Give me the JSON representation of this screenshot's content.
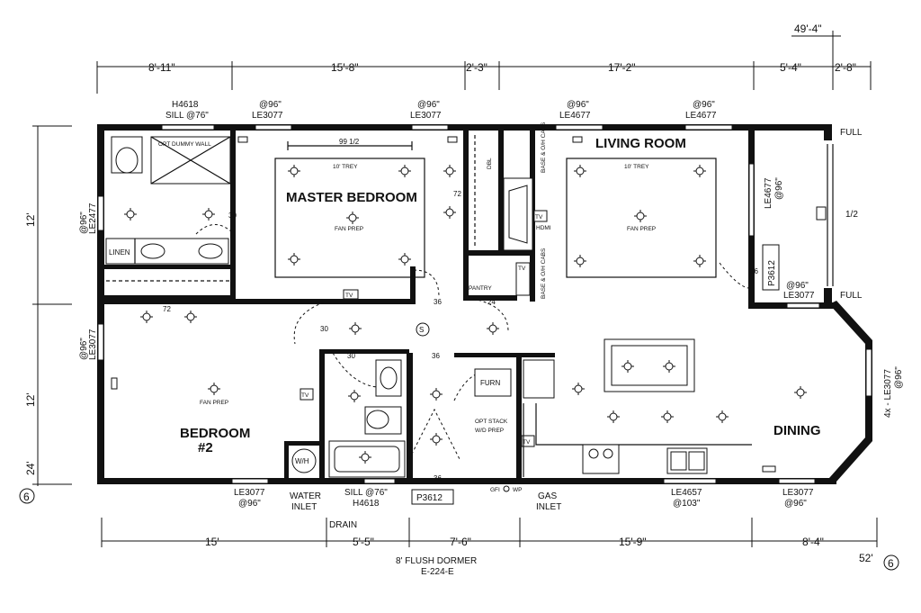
{
  "overall": {
    "length": "49'-4\"",
    "depth_marker": "52'",
    "section_label": "6"
  },
  "dims_top": [
    "8'-11\"",
    "15'-8\"",
    "2'-3\"",
    "17'-2\"",
    "5'-4\"",
    "2'-8\""
  ],
  "dims_bottom": [
    "15'",
    "5'-5\"",
    "7'-6\"",
    "15'-9\"",
    "8'-4\""
  ],
  "dims_left": [
    "12'",
    "12'",
    "24'"
  ],
  "rooms": {
    "master": "MASTER BEDROOM",
    "living": "LIVING ROOM",
    "bedroom2_line1": "BEDROOM",
    "bedroom2_line2": "#2",
    "dining": "DINING",
    "pantry": "PANTRY",
    "linen": "LINEN",
    "furn": "FURN",
    "wh": "W/H"
  },
  "windows_top": [
    {
      "line1": "H4618",
      "line2": "SILL @76\""
    },
    {
      "line1": "@96\"",
      "line2": "LE3077"
    },
    {
      "line1": "@96\"",
      "line2": "LE3077"
    },
    {
      "line1": "@96\"",
      "line2": "LE4677"
    },
    {
      "line1": "@96\"",
      "line2": "LE4677"
    }
  ],
  "windows_bottom": [
    {
      "line1": "LE3077",
      "line2": "@96\""
    },
    {
      "line1": "SILL @76\"",
      "line2": "H4618"
    },
    {
      "line1": "LE4657",
      "line2": "@103\""
    },
    {
      "line1": "LE3077",
      "line2": "@96\""
    }
  ],
  "windows_left": [
    {
      "line1": "@96\"",
      "line2": "LE2477"
    },
    {
      "line1": "@96\"",
      "line2": "LE3077"
    }
  ],
  "windows_right": {
    "living": {
      "line1": "LE4677",
      "line2": "@96\""
    },
    "bay": {
      "line1": "4x - LE3077",
      "line2": "@96\""
    },
    "dormer_lower": {
      "line1": "@96\"",
      "line2": "LE3077"
    }
  },
  "labels": {
    "opt_dummy_wall": "OPT DUMMY WALL",
    "trey1": "10' TREY",
    "trey2": "10' TREY",
    "fan1": "FAN PREP",
    "fan2": "FAN PREP",
    "fan3": "FAN PREP",
    "dim_99": "99 1/2",
    "dbl": "DBL",
    "base_cabs1": "BASE & O/H CABS",
    "base_cabs2": "BASE & O/H CABS",
    "tv": "TV",
    "hdmi": "HDMI",
    "n72a": "72",
    "n72b": "72",
    "n30a": "30",
    "n30b": "30",
    "n30c": "30",
    "n36a": "36",
    "n36b": "36",
    "n36c": "36",
    "n36d": "36",
    "n24": "24",
    "smoke": "S",
    "opt_stack_1": "OPT STACK",
    "opt_stack_2": "W/D PREP",
    "full1": "FULL",
    "full2": "FULL",
    "half": "1/2",
    "p3612a": "P3612",
    "p3612b": "P3612",
    "water_inlet_1": "WATER",
    "water_inlet_2": "INLET",
    "drain": "DRAIN",
    "gas_inlet_1": "GAS",
    "gas_inlet_2": "INLET",
    "gfi": "GFI",
    "wp": "WP",
    "dormer_1": "8' FLUSH DORMER",
    "dormer_2": "E-224-E"
  },
  "colors": {
    "ink": "#111111",
    "paper": "#ffffff"
  }
}
